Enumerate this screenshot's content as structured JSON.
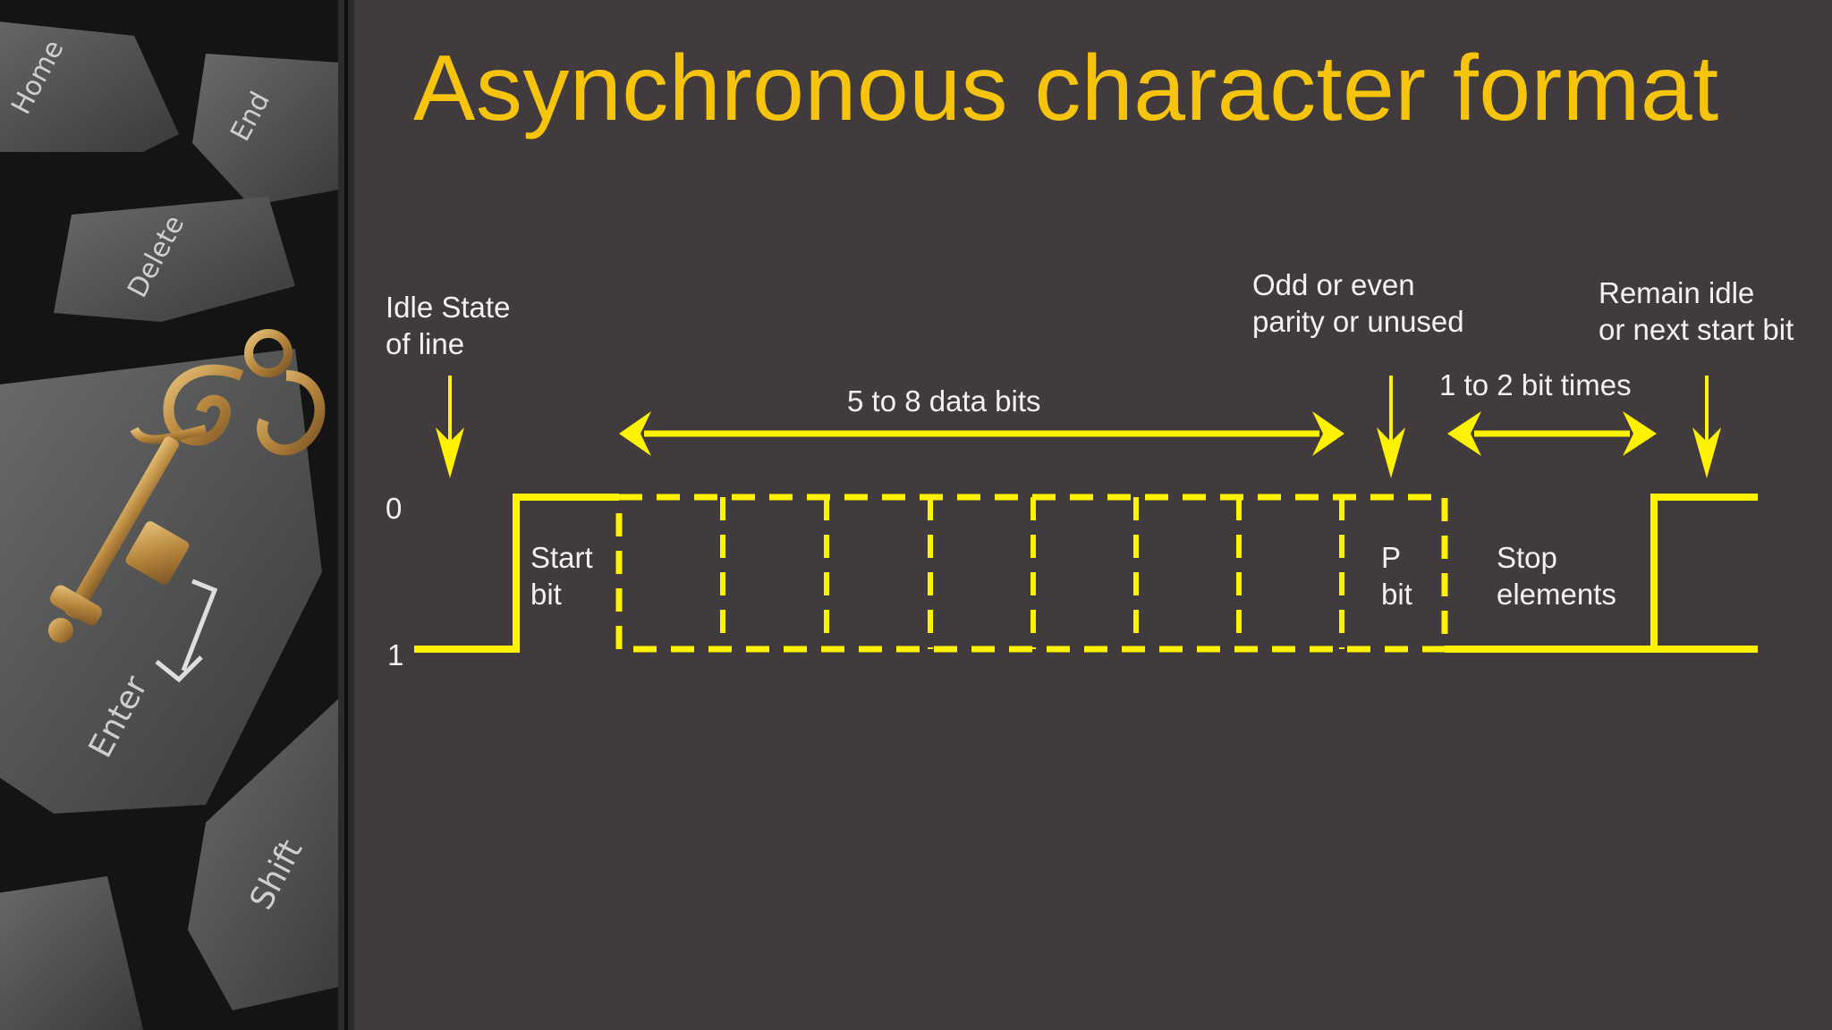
{
  "title": "Asynchronous character format",
  "colors": {
    "background": "#413b3d",
    "title": "#f6c40c",
    "signal": "#fff200",
    "label": "#f2f2f2"
  },
  "photo": {
    "keys": [
      "Home",
      "End",
      "Delete",
      "Enter",
      "Shift"
    ]
  },
  "diagram": {
    "levels": {
      "zero": "0",
      "one": "1"
    },
    "idle_label": [
      "Idle State",
      "of line"
    ],
    "data_bits_label": "5 to 8 data bits",
    "parity_note": [
      "Odd or even",
      "parity or unused"
    ],
    "stop_time_label": "1 to 2 bit times",
    "remain_label": [
      "Remain idle",
      "or next start bit"
    ],
    "start_bit_label": [
      "Start",
      "bit"
    ],
    "parity_bit_label": [
      "P",
      "bit"
    ],
    "stop_label": [
      "Stop",
      "elements"
    ]
  }
}
